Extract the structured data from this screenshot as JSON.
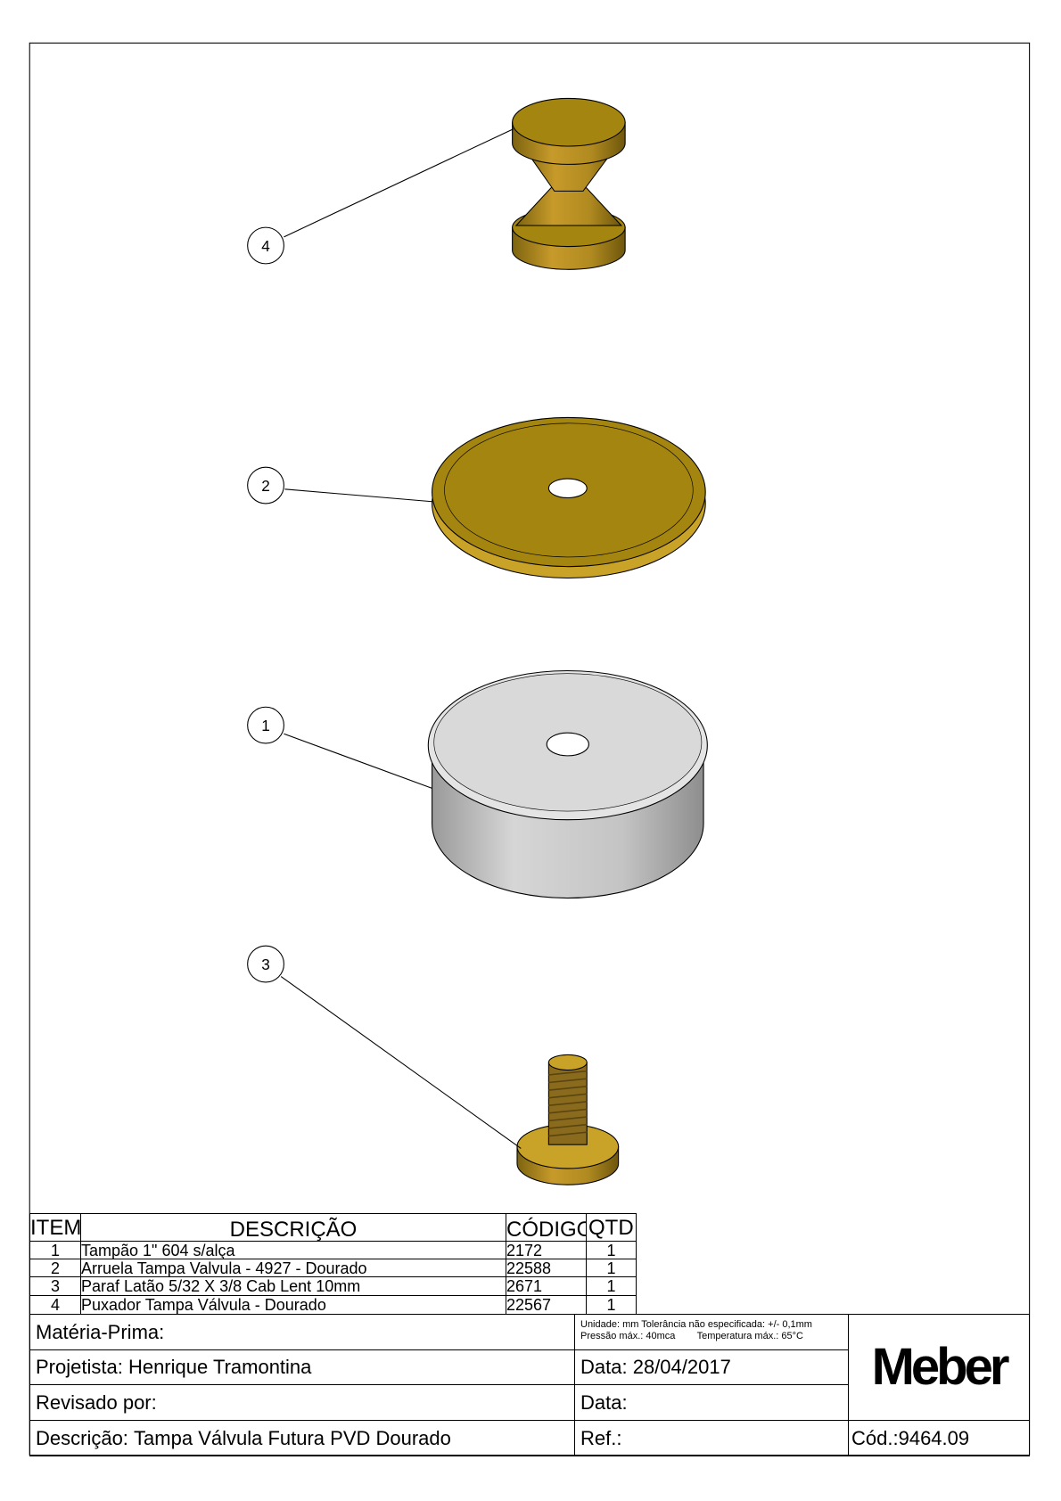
{
  "callouts": [
    "4",
    "2",
    "1",
    "3"
  ],
  "bom": {
    "headers": {
      "item": "ITEM",
      "description": "DESCRIÇÃO",
      "code": "CÓDIGO",
      "qty": "QTD"
    },
    "rows": [
      {
        "item": "1",
        "description": "Tampão 1\" 604 s/alça",
        "code": "2172",
        "qty": "1"
      },
      {
        "item": "2",
        "description": "Arruela Tampa Valvula - 4927 - Dourado",
        "code": "22588",
        "qty": "1"
      },
      {
        "item": "3",
        "description": "Paraf Latão 5/32 X 3/8 Cab Lent 10mm",
        "code": "2671",
        "qty": "1"
      },
      {
        "item": "4",
        "description": "Puxador Tampa Válvula - Dourado",
        "code": "22567",
        "qty": "1"
      }
    ]
  },
  "title_block": {
    "materia_prima_label": "Matéria-Prima:",
    "notes_line1": "Unidade: mm Tolerância não especificada: +/- 0,1mm",
    "notes_line2": "Pressão máx.: 40mca        Temperatura máx.: 65°C",
    "projetista_label": "Projetista:",
    "projetista_value": "Henrique Tramontina",
    "data_label": "Data:",
    "data_value": "28/04/2017",
    "revisado_label": "Revisado por:",
    "data2_label": "Data:",
    "descricao_label": "Descrição:",
    "descricao_value": "Tampa Válvula Futura PVD Dourado",
    "ref_label": "Ref.:",
    "cod_label": "Cód.:",
    "cod_value": "9464.09",
    "logo": "Meber"
  },
  "colors": {
    "gold": "#a4850f",
    "gold_light": "#c9a228",
    "gray": "#d9d9d9"
  }
}
